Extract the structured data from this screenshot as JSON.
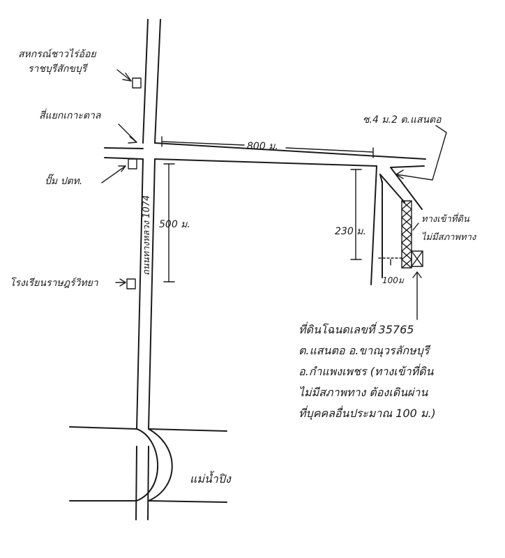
{
  "labels": {
    "coop_line1": "สหกรณ์ชาวไร่อ้อย",
    "coop_line2": "ราชบุรีสักขบุรี",
    "junction": "สี่แยกเกาะตาล",
    "gas_station": "ปั๊ม ปตท.",
    "road": "ถนนทางหลวง 1074",
    "school": "โรงเรียนราษฎร์วิทยา",
    "village": "ซ.4 ม.2 ต.แสนตอ",
    "dist_top": "800 ม.",
    "dist_left": "500 ม.",
    "dist_right": "230 ม.",
    "dist_small": "100ม",
    "right_of_way_line1": "ทางเข้าที่ดิน",
    "right_of_way_line2": "ไม่มีสภาพทาง",
    "river": "แม่น้ำปิง"
  },
  "description_lines": [
    "ที่ดินโฉนดเลขที่ 35765",
    "ต.แสนตอ อ.ขาณุวรลักษบุรี",
    "อ.กำแพงเพชร (ทางเข้าที่ดิน",
    "ไม่มีสภาพทาง ต้องเดินผ่าน",
    "ที่บุคคลอื่นประมาณ 100 ม.)"
  ]
}
